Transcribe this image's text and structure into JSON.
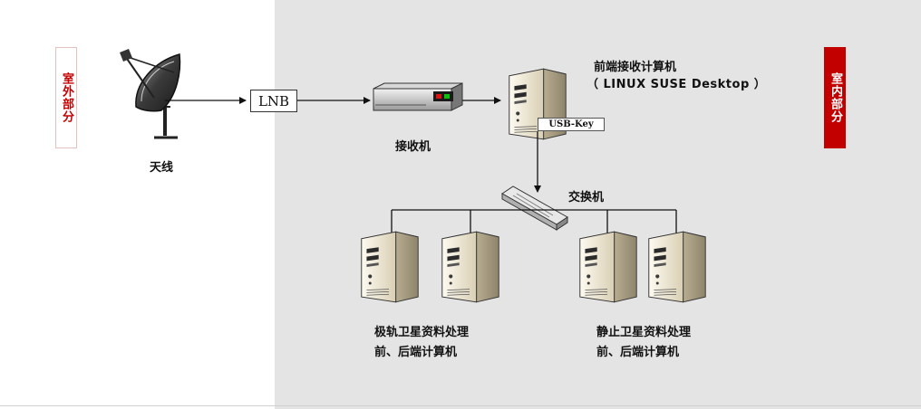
{
  "zones": {
    "outdoor_label": "室外部分",
    "indoor_label": "室内部分"
  },
  "nodes": {
    "antenna": "天线",
    "lnb": "LNB",
    "receiver": "接收机",
    "front_computer": "前端接收计算机",
    "front_os": "（ LINUX SUSE Desktop ）",
    "usb_key": "USB-Key",
    "switch": "交换机",
    "polar_line1": "极轨卫星资料处理",
    "polar_line2": "前、后端计算机",
    "geo_line1": "静止卫星资料处理",
    "geo_line2": "前、后端计算机"
  },
  "colors": {
    "indoor_bg": "#e4e4e4",
    "outdoor_tag_text": "#c40000",
    "indoor_tag_bg": "#c20000"
  }
}
